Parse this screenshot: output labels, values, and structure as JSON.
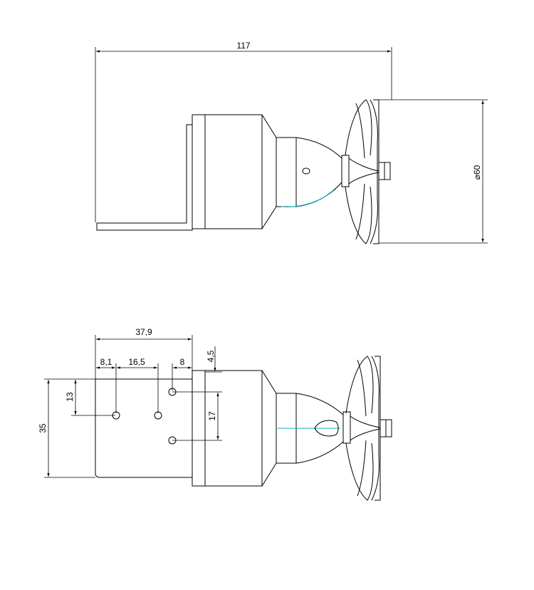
{
  "side_view": {
    "overall_length": "117",
    "diameter": "⌀60"
  },
  "top_view": {
    "width_total": "37,9",
    "offset_a": "8,1",
    "hole_spacing": "16,5",
    "offset_b": "8",
    "edge_offset": "4,5",
    "bracket_height": "35",
    "hole_offset": "13",
    "hole_vertical_spacing": "17"
  },
  "colors": {
    "line": "#000000",
    "centerline": "#00b8c8"
  }
}
